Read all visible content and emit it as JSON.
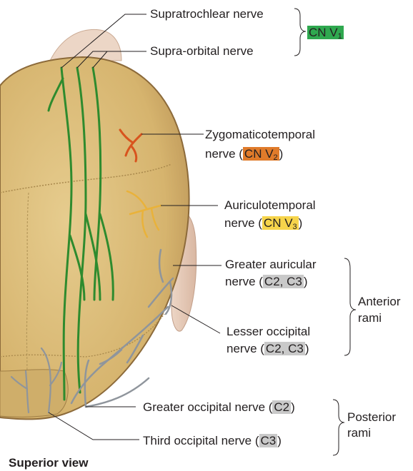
{
  "labels": {
    "supratrochlear": "Supratrochlear nerve",
    "supraorbital": "Supra-orbital nerve",
    "cn_v1": {
      "text": "CN V",
      "sub": "1"
    },
    "zygomaticotemporal_line1": "Zygomaticotemporal",
    "zygomaticotemporal_line2_pre": "nerve (",
    "cn_v2": {
      "text": "CN V",
      "sub": "2"
    },
    "close_paren": ")",
    "auriculotemporal_line1": "Auriculotemporal",
    "auriculotemporal_line2_pre": "nerve (",
    "cn_v3": {
      "text": "CN V",
      "sub": "3"
    },
    "greater_auricular_line1": "Greater auricular",
    "greater_auricular_line2_pre": "nerve (",
    "greater_auricular_segments": "C2, C3",
    "anterior_rami_line1": "Anterior",
    "anterior_rami_line2": "rami",
    "lesser_occipital_line1": "Lesser occipital",
    "lesser_occipital_line2_pre": "nerve (",
    "lesser_occipital_segments": "C2, C3",
    "greater_occipital_pre": "Greater occipital nerve (",
    "greater_occipital_segment": "C2",
    "third_occipital_pre": "Third occipital nerve (",
    "third_occipital_segment": "C3",
    "posterior_rami_line1": "Posterior",
    "posterior_rami_line2": "rami",
    "view_caption": "Superior view"
  },
  "colors": {
    "cn_v1": "#2fa84f",
    "cn_v2": "#e07b2a",
    "cn_v3": "#f6d44b",
    "cervical": "#c9c9c9",
    "skull": "#d8b873",
    "nerve_green": "#2e8b2e",
    "nerve_orange": "#d8541e",
    "nerve_yellow": "#e9b23a",
    "nerve_gray": "#8f959c"
  }
}
